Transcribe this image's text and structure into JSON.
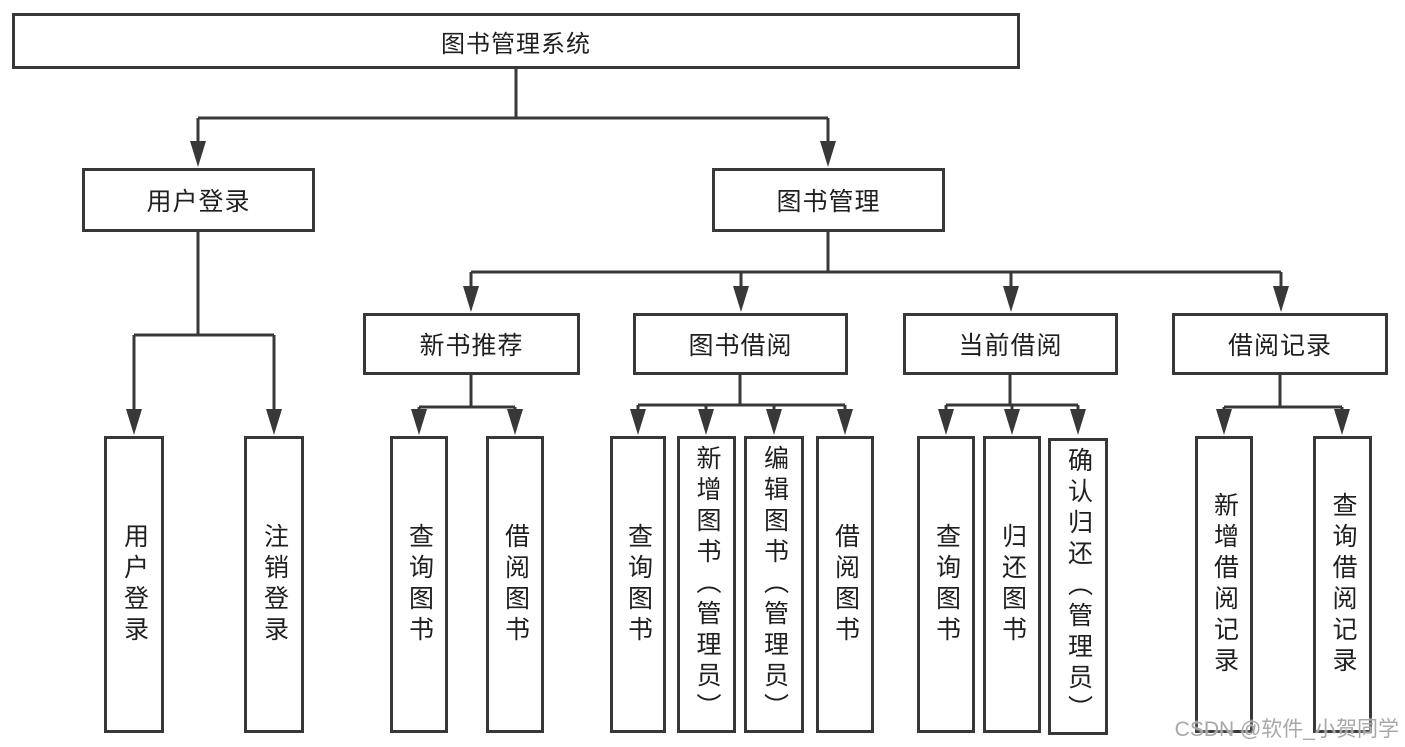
{
  "colors": {
    "line": "#383838",
    "node_border": "#383838",
    "node_text": "#1f1f1f",
    "watermark": "#a8a8a8",
    "background": "#ffffff"
  },
  "tree": {
    "label": "图书管理系统",
    "children": [
      {
        "label": "用户登录",
        "children": [
          {
            "label": "用户登录"
          },
          {
            "label": "注销登录"
          }
        ]
      },
      {
        "label": "图书管理",
        "children": [
          {
            "label": "新书推荐",
            "children": [
              {
                "label": "查询图书"
              },
              {
                "label": "借阅图书"
              }
            ]
          },
          {
            "label": "图书借阅",
            "children": [
              {
                "label": "查询图书"
              },
              {
                "label": "新增图书（管理员）"
              },
              {
                "label": "编辑图书（管理员）"
              },
              {
                "label": "借阅图书"
              }
            ]
          },
          {
            "label": "当前借阅",
            "children": [
              {
                "label": "查询图书"
              },
              {
                "label": "归还图书"
              },
              {
                "label": "确认归还（管理员）"
              }
            ]
          },
          {
            "label": "借阅记录",
            "children": [
              {
                "label": "新增借阅记录"
              },
              {
                "label": "查询借阅记录"
              }
            ]
          }
        ]
      }
    ]
  },
  "watermark": {
    "text": "CSDN @软件_小贺同学"
  }
}
